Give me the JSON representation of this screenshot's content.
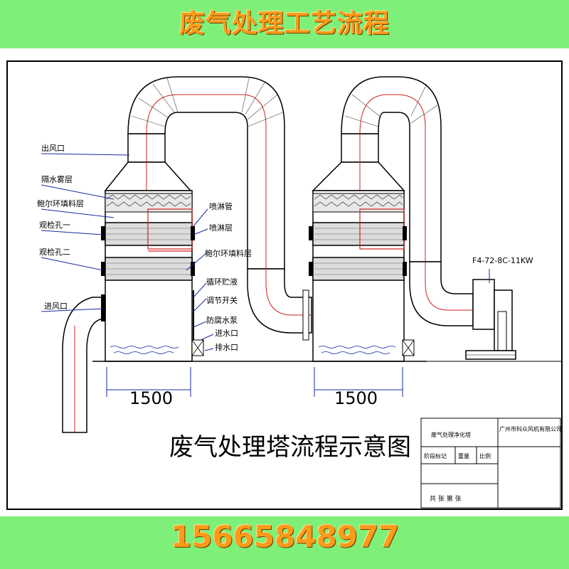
{
  "header": {
    "title": "废气处理工艺流程"
  },
  "footer": {
    "phone": "15665848977"
  },
  "diagram": {
    "title": "废气处理塔流程示意图",
    "dimension_left": "1500",
    "dimension_right": "1500",
    "fan_model": "F4-72-8C-11KW",
    "left_labels": [
      "出风口",
      "隔水雾层",
      "鲍尔环填料层",
      "观检孔一",
      "观检孔二",
      "进风口"
    ],
    "mid_labels": [
      "喷淋管",
      "喷淋层",
      "鲍尔环填料层",
      "循环贮液",
      "调节开关",
      "防腐水泵",
      "进水口",
      "排水口"
    ],
    "title_block": {
      "project": "废气处理净化塔",
      "company": "广州市科众风机有限公司",
      "row2": [
        "阶段标记",
        "重量",
        "比例"
      ],
      "row3": "共 张 第 张"
    }
  },
  "colors": {
    "band": "#7ef07a",
    "title_text": "#ff9a1a",
    "duct_red": "#d02020",
    "line_blue": "#1a2aa0"
  }
}
